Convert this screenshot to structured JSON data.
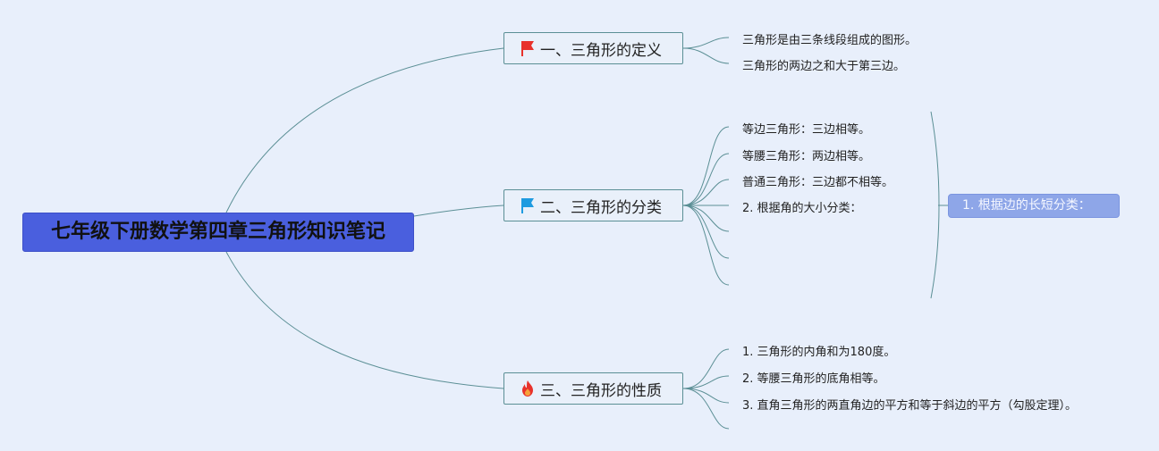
{
  "root": {
    "title": "七年级下册数学第四章三角形知识笔记"
  },
  "branches": [
    {
      "label": "一、三角形的定义",
      "icon": "red-flag-icon",
      "leaves": [
        "三角形是由三条线段组成的图形。",
        "三角形的两边之和大于第三边。"
      ]
    },
    {
      "label": "二、三角形的分类",
      "icon": "blue-flag-icon",
      "leaves": [
        "等边三角形：三边相等。",
        "等腰三角形：两边相等。",
        "普通三角形：三边都不相等。",
        "2. 根据角的大小分类：",
        "",
        "",
        ""
      ],
      "side_label": "1. 根据边的长短分类："
    },
    {
      "label": "三、三角形的性质",
      "icon": "fire-icon",
      "leaves": [
        "1. 三角形的内角和为180度。",
        "2. 等腰三角形的底角相等。",
        "3. 直角三角形的两直角边的平方和等于斜边的平方（勾股定理）。",
        ""
      ]
    }
  ],
  "colors": {
    "background": "#e8effb",
    "root_fill": "#4a5fde",
    "branch_border": "#5b8f95",
    "connector": "#5b8f95",
    "side_fill": "#8ea6e8",
    "flag_red": "#e8322b",
    "flag_blue": "#1e9be0",
    "fire": "#e8322b"
  }
}
